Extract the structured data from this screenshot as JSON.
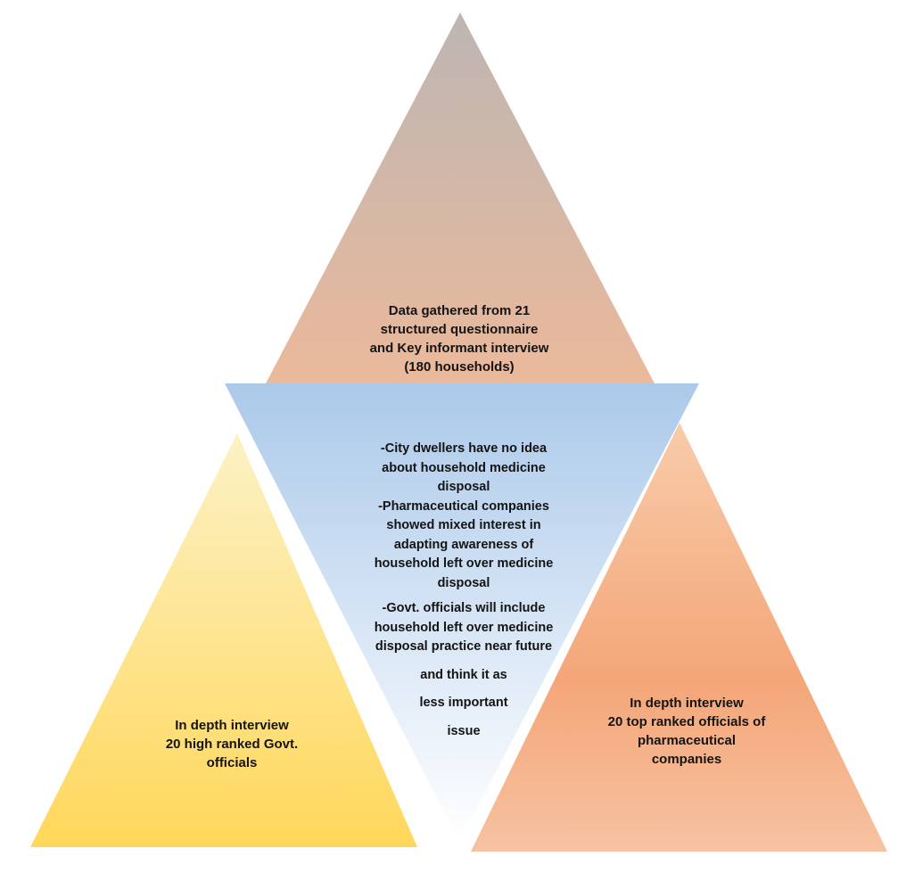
{
  "top_triangle": {
    "lines": [
      "Data gathered from 21",
      "structured questionnaire",
      "and Key informant interview",
      "(180 households)"
    ]
  },
  "center_triangle": {
    "lines": [
      "-City  dwellers have no idea",
      "about household medicine",
      "disposal",
      "-Pharmaceutical companies",
      "showed mixed interest in",
      "adapting awareness of",
      "household left over medicine",
      "disposal",
      "-Govt. officials will include",
      "household left over medicine",
      "disposal practice near future",
      "and think it as",
      "less important",
      "issue"
    ]
  },
  "left_triangle": {
    "lines": [
      "In depth interview",
      "20 high ranked Govt.",
      "officials"
    ]
  },
  "right_triangle": {
    "lines": [
      "In depth interview",
      "20 top ranked officials of",
      "pharmaceutical",
      "companies"
    ]
  },
  "colors": {
    "top_gradient": [
      "#bdb6b3",
      "#ebb99b"
    ],
    "center_gradient": [
      "#abc9ea",
      "#ffffff"
    ],
    "left_gradient": [
      "#fcf2c6",
      "#ffd75a"
    ],
    "right_gradient": [
      "#f8ccaa",
      "#f4a678",
      "#f7c2a2"
    ]
  }
}
